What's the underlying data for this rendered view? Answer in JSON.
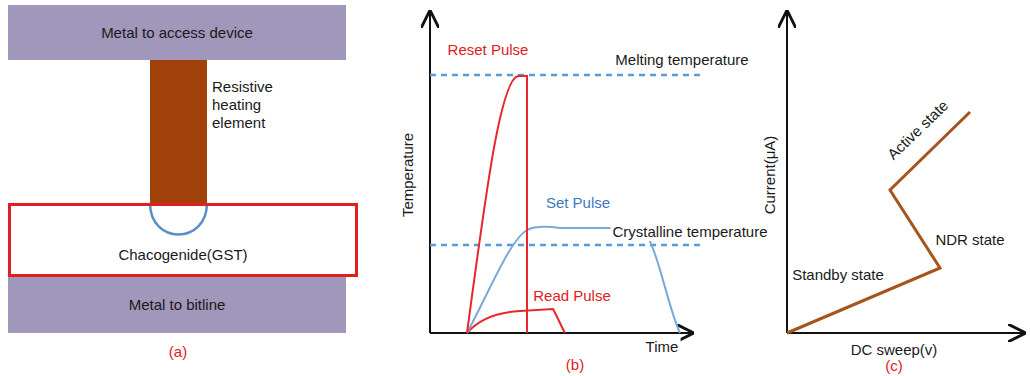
{
  "diagram": {
    "nodes": [
      {
        "text": [
          "Metal to access device"
        ]
      },
      {
        "text": [
          "Resistive heating element"
        ]
      },
      {
        "text": [
          "Chacogenide(GST)"
        ]
      },
      {
        "text": [
          "Metal to bitline"
        ]
      }
    ],
    "labels": [
      "(a)",
      "Reset Pulse",
      "Melting temperature",
      "Set Pulse",
      "Crystalline temperature",
      "Read Pulse",
      "Temperature",
      "Time",
      "(b)",
      "Current(μA)",
      "Active state",
      "NDR state",
      "Standby state",
      "DC sweep(v)",
      "(c)"
    ]
  }
}
